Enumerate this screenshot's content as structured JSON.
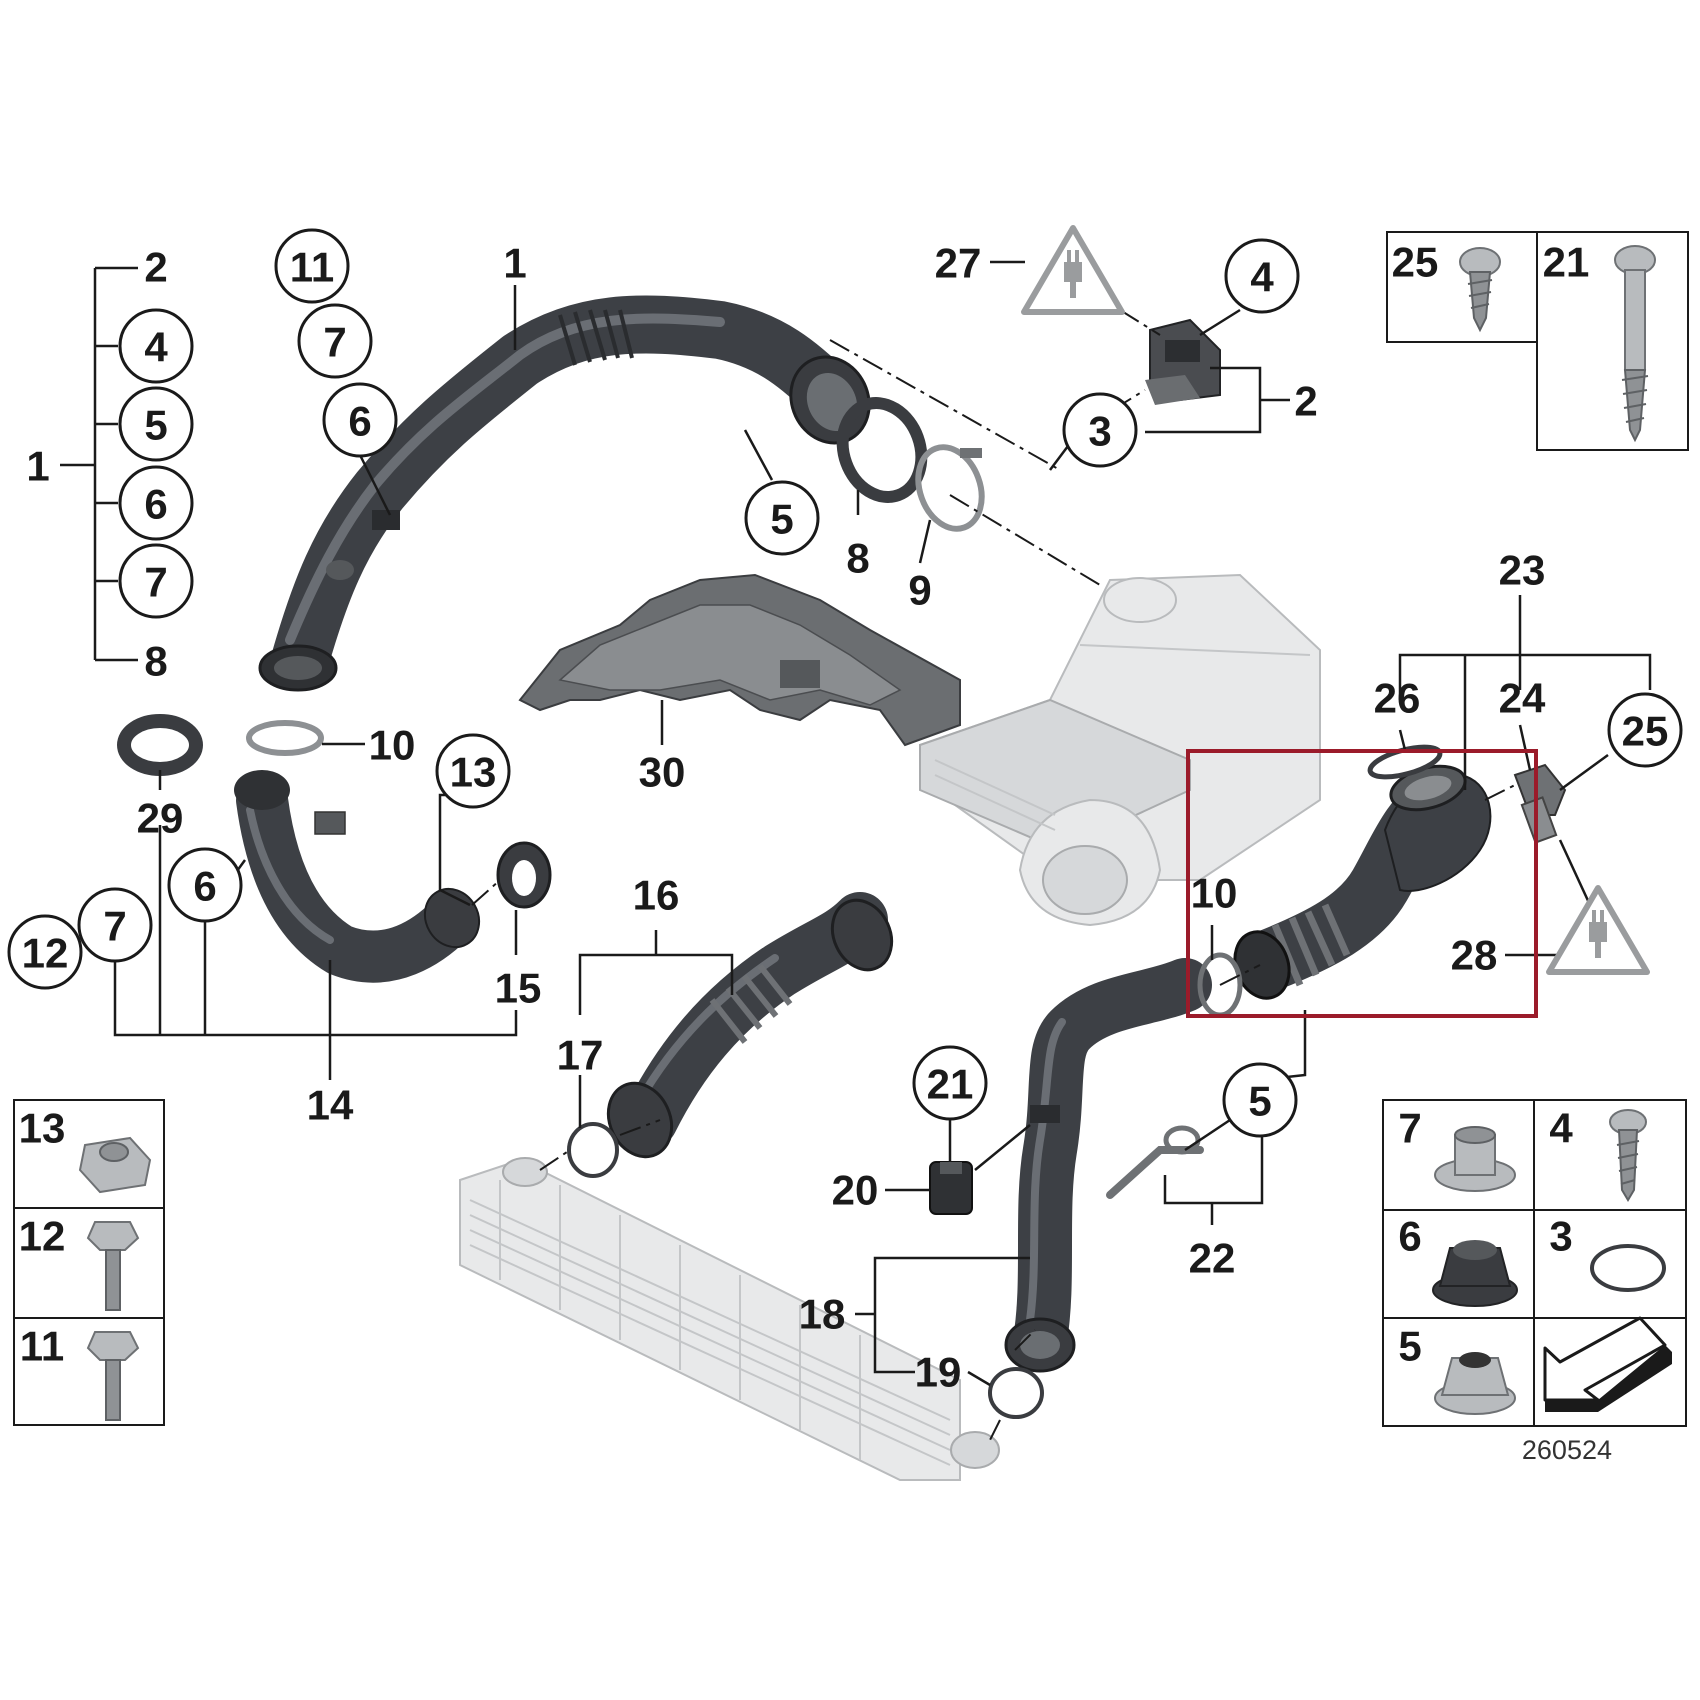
{
  "labels": {
    "l_1a": "1",
    "l_2a": "2",
    "l_4a": "4",
    "l_5a": "5",
    "l_6a": "6",
    "l_7a": "7",
    "l_8a": "8",
    "l_11a": "11",
    "l_7b": "7",
    "l_6b": "6",
    "l_1b": "1",
    "l_27": "27",
    "l_4b": "4",
    "l_2b": "2",
    "l_3a": "3",
    "l_5b": "5",
    "l_8b": "8",
    "l_9": "9",
    "l_30": "30",
    "l_23": "23",
    "l_26": "26",
    "l_24": "24",
    "l_25a": "25",
    "l_10a": "10",
    "l_10b": "10",
    "l_13a": "13",
    "l_29": "29",
    "l_6c": "6",
    "l_7c": "7",
    "l_12a": "12",
    "l_15": "15",
    "l_14": "14",
    "l_16": "16",
    "l_17": "17",
    "l_28": "28",
    "l_21a": "21",
    "l_20": "20",
    "l_5c": "5",
    "l_22": "22",
    "l_18": "18",
    "l_19": "19"
  },
  "panels": {
    "top_right": {
      "left": "25",
      "right": "21"
    },
    "bottom_left": {
      "row1": "13",
      "row2": "12",
      "row3": "11"
    },
    "bottom_right": {
      "r1_left": "7",
      "r1_right": "4",
      "r2_left": "6",
      "r2_right": "3",
      "r3_left": "5"
    }
  },
  "drawing_number": "260524",
  "colors": {
    "hose": "#3d4045",
    "ghost_parts": "#e8e9ea",
    "highlight_box": "#9b1b2a",
    "warning_symbol": "#9a9c9e"
  },
  "icons": [
    "warning-plug-icon",
    "warning-plug-icon-2",
    "navigation-arrow-icon"
  ]
}
